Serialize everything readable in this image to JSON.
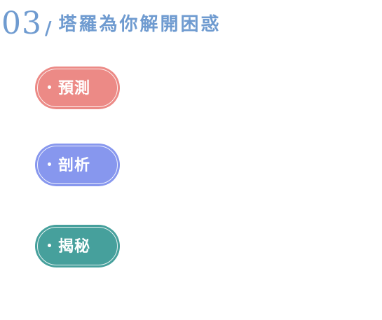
{
  "header": {
    "number": "03",
    "slash": "/",
    "title": "塔羅為你解開困惑"
  },
  "items": [
    {
      "label": "預測",
      "color": "#ec8a86"
    },
    {
      "label": "剖析",
      "color": "#8797ee"
    },
    {
      "label": "揭秘",
      "color": "#46a09c"
    }
  ]
}
